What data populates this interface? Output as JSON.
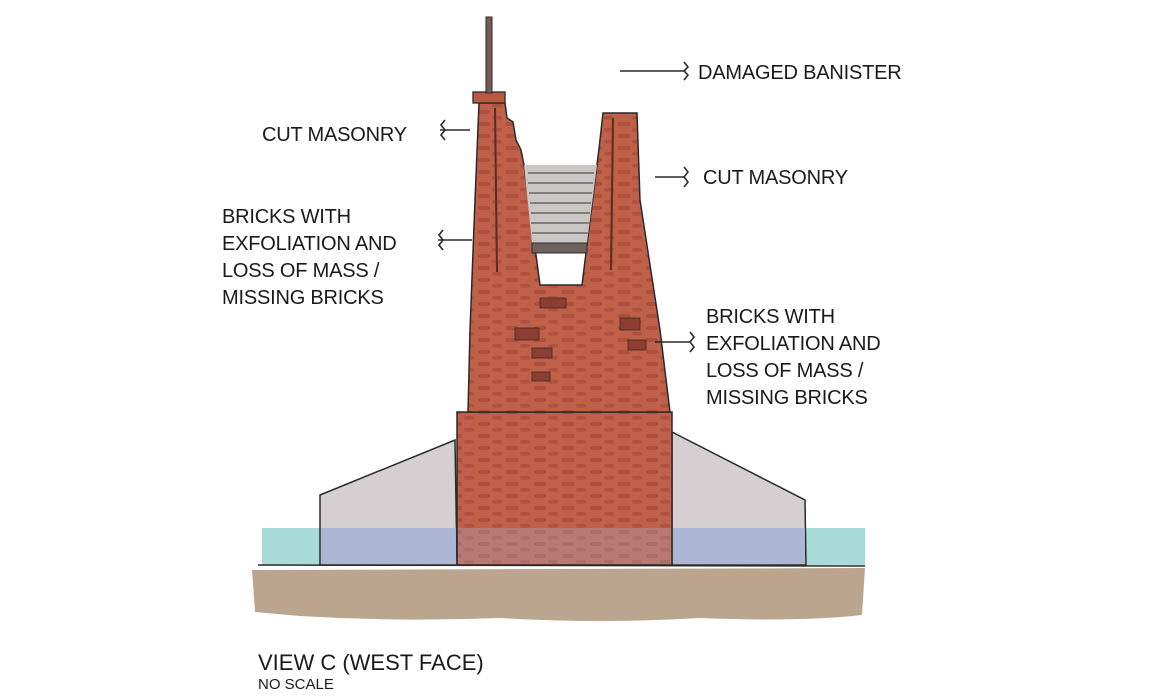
{
  "diagram": {
    "labels": {
      "damaged_banister": "DAMAGED BANISTER",
      "cut_masonry_left": "CUT MASONRY",
      "cut_masonry_right": "CUT MASONRY",
      "bricks_left": [
        "BRICKS WITH",
        "EXFOLIATION AND",
        "LOSS OF MASS /",
        "MISSING BRICKS"
      ],
      "bricks_right": [
        "BRICKS WITH",
        "EXFOLIATION AND",
        "LOSS OF MASS /",
        "MISSING BRICKS"
      ]
    },
    "title": "VIEW C (WEST FACE)",
    "subtitle": "NO SCALE",
    "colors": {
      "brick": "#b85a42",
      "brick_dark": "#9c4432",
      "stone": "#d6cfd1",
      "water": "#a9dcd8",
      "water_blue": "#a9b3d3",
      "earth": "#bba58e",
      "stairs": "#c9c6c4",
      "ink": "#2a2a2a"
    }
  }
}
